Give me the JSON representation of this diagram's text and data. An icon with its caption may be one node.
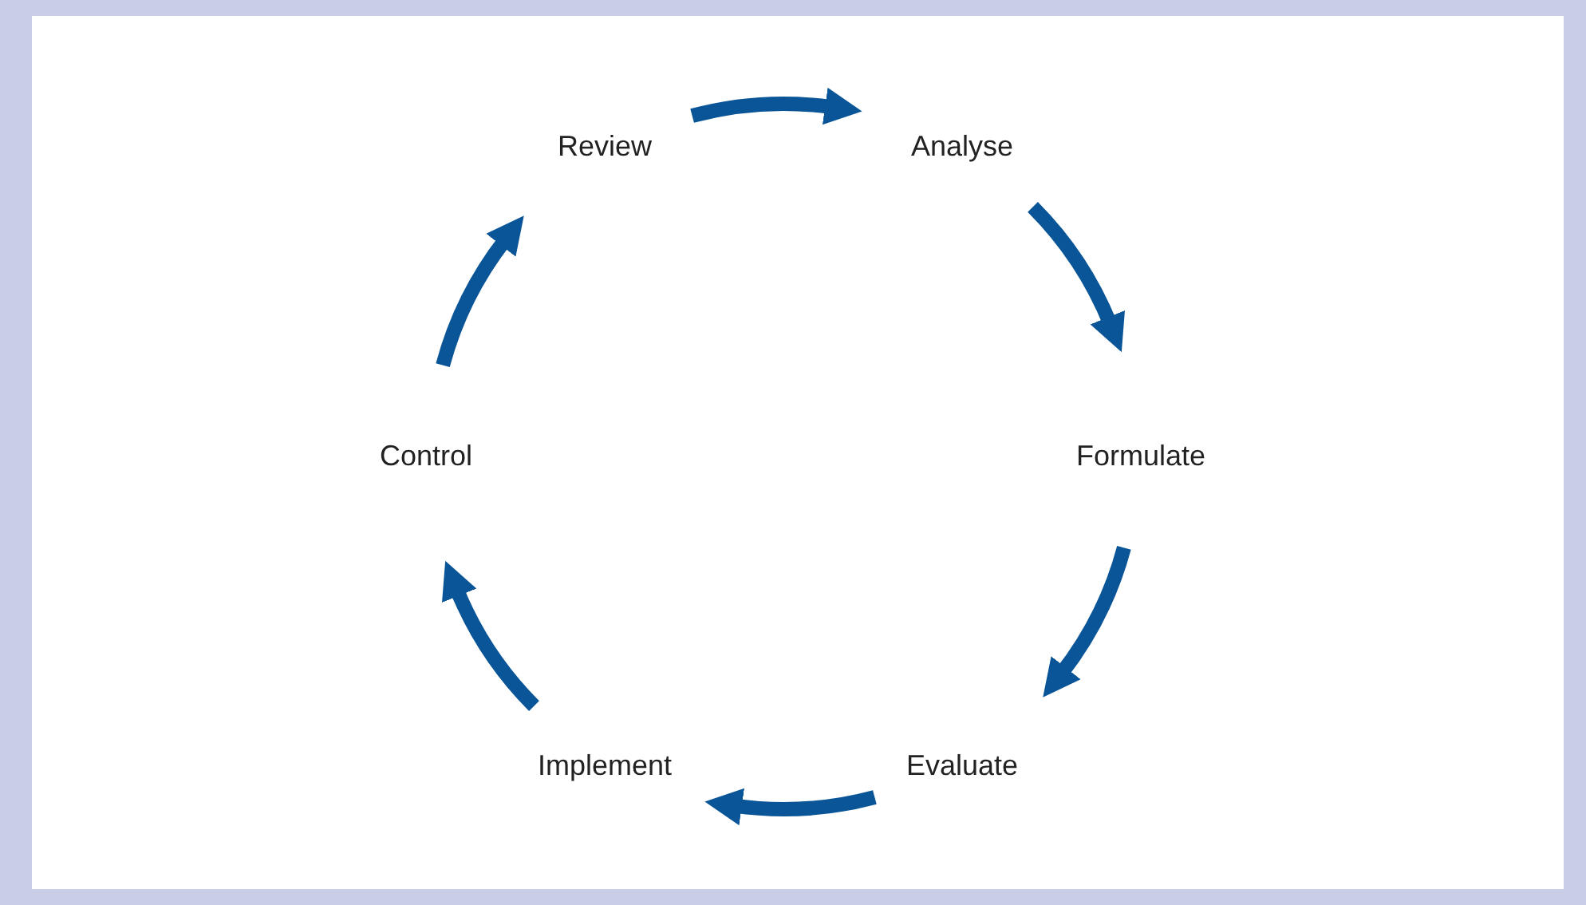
{
  "diagram": {
    "nodes": [
      {
        "text": [
          "Review"
        ]
      },
      {
        "text": [
          "Analyse"
        ]
      },
      {
        "text": [
          "Formulate"
        ]
      },
      {
        "text": [
          "Evaluate"
        ]
      },
      {
        "text": [
          "Implement"
        ]
      },
      {
        "text": [
          "Control"
        ]
      }
    ],
    "edges": [
      {
        "from": 0,
        "to": 1,
        "arrow": "to"
      },
      {
        "from": 1,
        "to": 2,
        "arrow": "to"
      },
      {
        "from": 2,
        "to": 3,
        "arrow": "to"
      },
      {
        "from": 3,
        "to": 4,
        "arrow": "to"
      },
      {
        "from": 4,
        "to": 5,
        "arrow": "to"
      },
      {
        "from": 5,
        "to": 0,
        "arrow": "to"
      }
    ]
  }
}
